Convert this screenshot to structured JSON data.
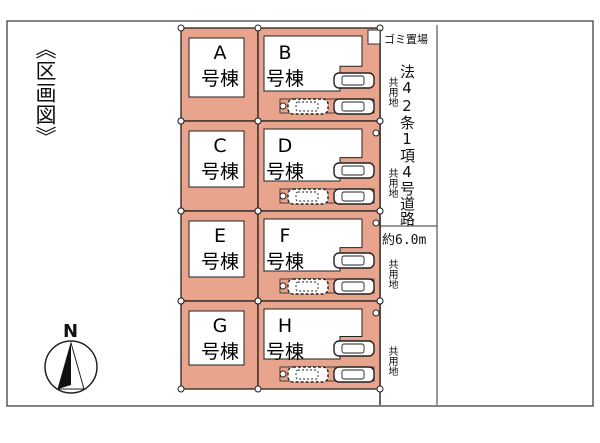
{
  "title": "《区画図》",
  "lots": [
    {
      "letter": "A",
      "word": "号棟"
    },
    {
      "letter": "B",
      "word": "号棟"
    },
    {
      "letter": "C",
      "word": "号棟"
    },
    {
      "letter": "D",
      "word": "号棟"
    },
    {
      "letter": "E",
      "word": "号棟"
    },
    {
      "letter": "F",
      "word": "号棟"
    },
    {
      "letter": "G",
      "word": "号棟"
    },
    {
      "letter": "H",
      "word": "号棟"
    }
  ],
  "garbage_label": "ゴミ置場",
  "shared_land": [
    "共用地",
    "共用地",
    "共用地",
    "共用地"
  ],
  "road_label": "法42条1項4号道路",
  "road_width": "約6.0m",
  "north": "N",
  "colors": {
    "lot_fill": "#e8a48c",
    "house_fill": "#ffffff",
    "line": "#222222"
  }
}
